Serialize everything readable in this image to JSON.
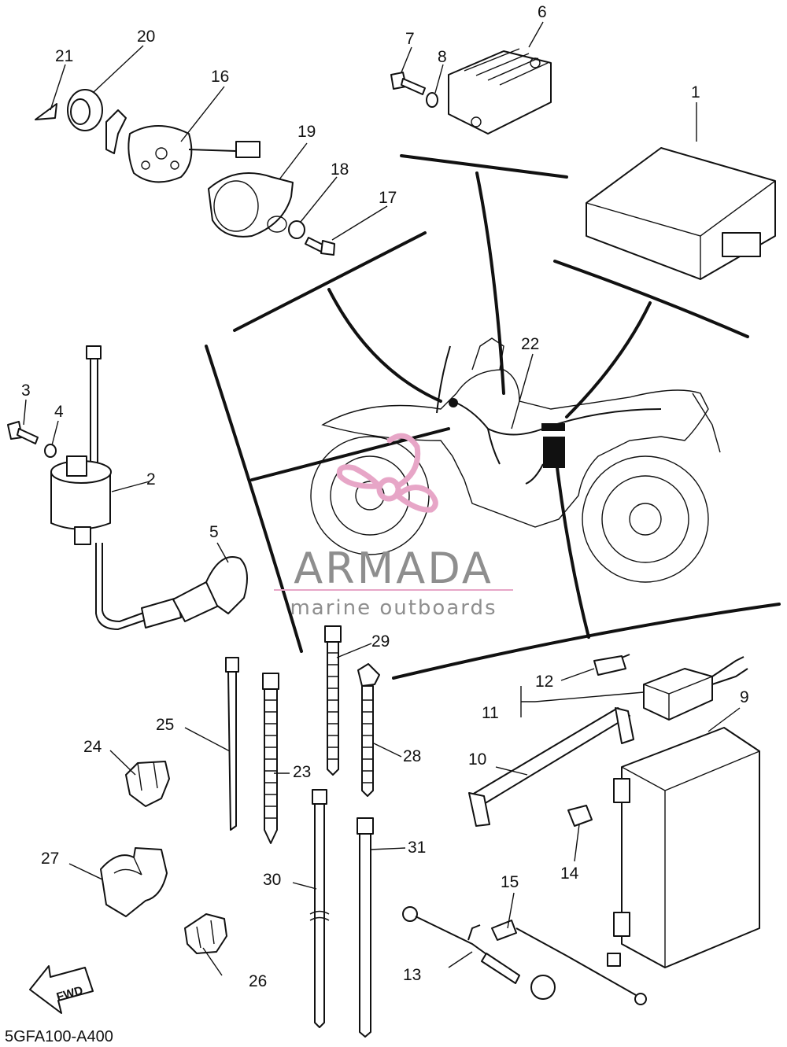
{
  "diagram": {
    "part_labels": {
      "p1": "1",
      "p2": "2",
      "p3": "3",
      "p4": "4",
      "p5": "5",
      "p6": "6",
      "p7": "7",
      "p8": "8",
      "p9": "9",
      "p10": "10",
      "p11": "11",
      "p12": "12",
      "p13": "13",
      "p14": "14",
      "p15": "15",
      "p16": "16",
      "p17": "17",
      "p18": "18",
      "p19": "19",
      "p20": "20",
      "p21": "21",
      "p22": "22",
      "p23": "23",
      "p24": "24",
      "p25": "25",
      "p26": "26",
      "p27": "27",
      "p28": "28",
      "p29": "29",
      "p30": "30",
      "p31": "31"
    },
    "fwd_label": "FWD",
    "diagram_code": "5GFA100-A400"
  },
  "watermark": {
    "brand": "ARMADA",
    "tagline": "marine outboards",
    "colors": {
      "logo_pink": "#e7a6c7",
      "text_gray": "#8e8e8e"
    }
  }
}
